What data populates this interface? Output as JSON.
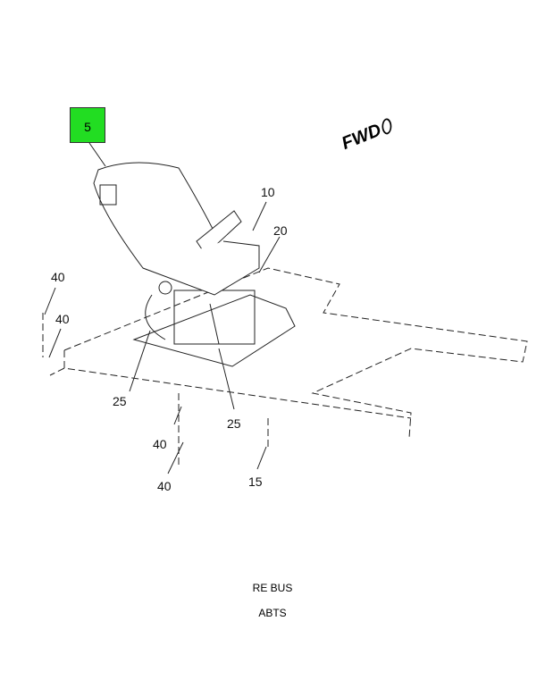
{
  "callout": {
    "label": "5",
    "color": "#22dd22"
  },
  "fwd_label": "FWD",
  "labels": {
    "l10": "10",
    "l20": "20",
    "l40a": "40",
    "l40b": "40",
    "l40c": "40",
    "l40d": "40",
    "l25a": "25",
    "l25b": "25",
    "l15": "15"
  },
  "captions": {
    "line1": "RE BUS",
    "line2": "ABTS"
  }
}
